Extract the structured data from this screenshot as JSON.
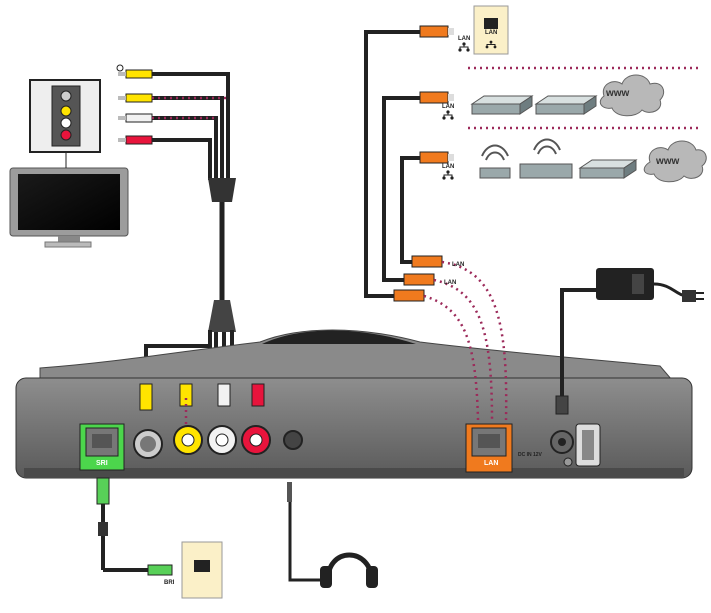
{
  "labels": {
    "lan": "LAN",
    "www": "www",
    "sri": "SRI",
    "bri": "BRI",
    "dc_in": "DC IN 12V"
  },
  "colors": {
    "console_body": "#6b6b6b",
    "console_top": "#8a8a8a",
    "sri_port_green": "#4cd64c",
    "lan_port_orange": "#f07a1e",
    "cable": "#222222",
    "dotted_connector": "#9c2a5a",
    "rca_yellow": "#ffe400",
    "rca_white": "#f2f2f2",
    "rca_red": "#e8143c",
    "rj45_orange": "#f07a1e",
    "rj45_green": "#58d058",
    "wall_plate": "#fbf0c8",
    "cloud": "#b8b8b8",
    "router": "#9aa8aa"
  },
  "icons": [
    "tv-icon",
    "av-input-panel-icon",
    "lan-wall-socket-icon",
    "bri-wall-socket-icon",
    "wifi-router-icon",
    "modem-icon",
    "internet-cloud-icon",
    "power-adapter-icon",
    "power-plug-icon",
    "headphones-icon",
    "network-symbol-icon"
  ]
}
